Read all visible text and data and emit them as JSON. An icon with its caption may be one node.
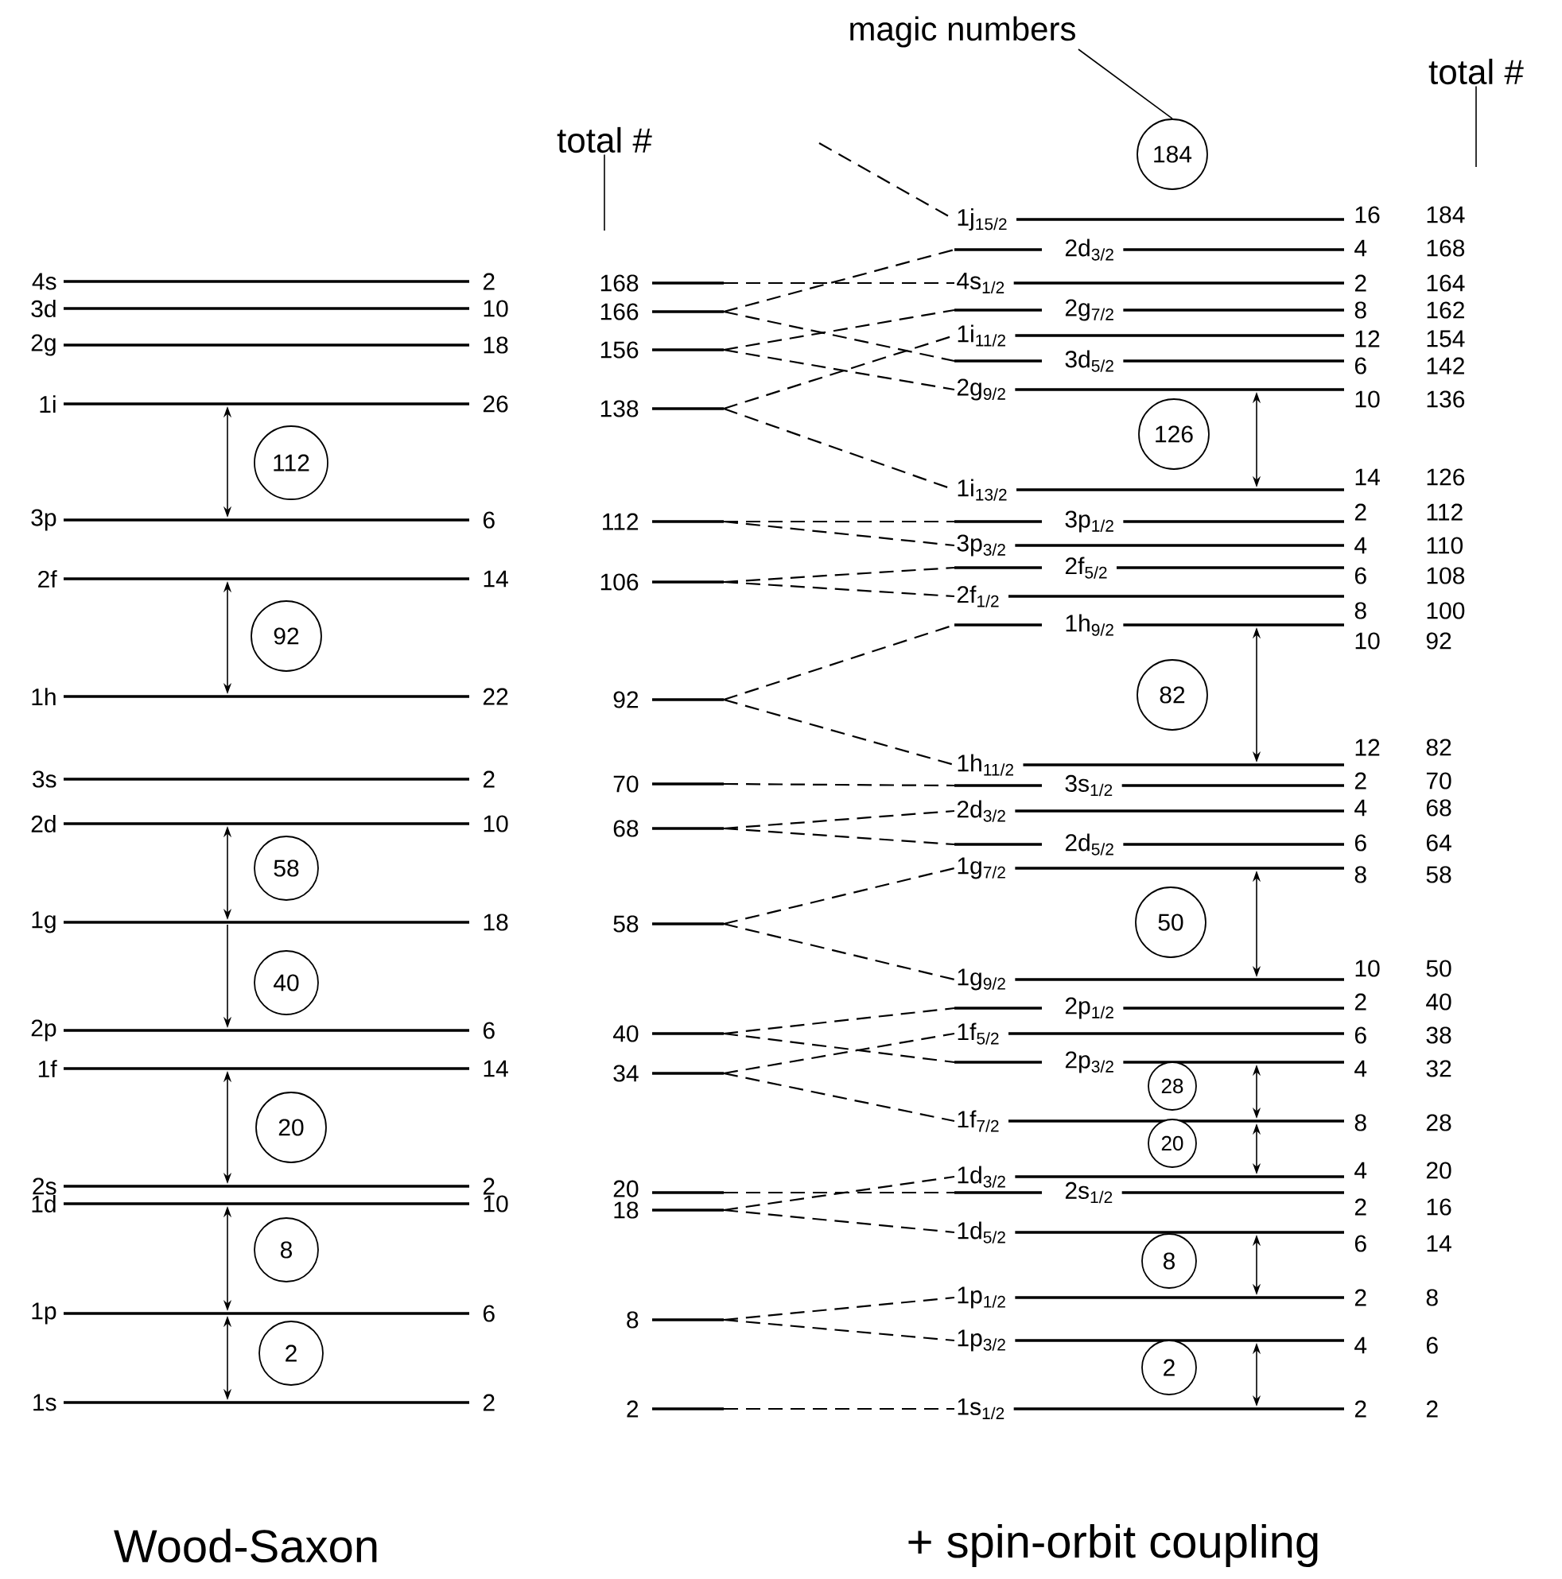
{
  "diagram": {
    "nodes": [
      {
        "text": [
          "magic numbers"
        ]
      },
      {
        "text": [
          "total #"
        ]
      },
      {
        "text": [
          "total #"
        ]
      },
      {
        "text": [
          "4s"
        ],
        "beside": [
          "2"
        ]
      },
      {
        "text": [
          "3d"
        ],
        "beside": [
          "10"
        ]
      },
      {
        "text": [
          "2g"
        ],
        "beside": [
          "18"
        ]
      },
      {
        "text": [
          "1i"
        ],
        "beside": [
          "26"
        ]
      },
      {
        "text": [
          "3p"
        ],
        "beside": [
          "6"
        ]
      },
      {
        "text": [
          "2f"
        ],
        "beside": [
          "14"
        ]
      },
      {
        "text": [
          "1h"
        ],
        "beside": [
          "22"
        ]
      },
      {
        "text": [
          "3s"
        ],
        "beside": [
          "2"
        ]
      },
      {
        "text": [
          "2d"
        ],
        "beside": [
          "10"
        ]
      },
      {
        "text": [
          "1g"
        ],
        "beside": [
          "18"
        ]
      },
      {
        "text": [
          "2p"
        ],
        "beside": [
          "6"
        ]
      },
      {
        "text": [
          "1f"
        ],
        "beside": [
          "14"
        ]
      },
      {
        "text": [
          "2s"
        ],
        "beside": [
          "2"
        ]
      },
      {
        "text": [
          "1d"
        ],
        "beside": [
          "10"
        ]
      },
      {
        "text": [
          "1p"
        ],
        "beside": [
          "6"
        ]
      },
      {
        "text": [
          "1s"
        ],
        "beside": [
          "2"
        ]
      },
      {
        "text": [
          "168"
        ]
      },
      {
        "text": [
          "166"
        ]
      },
      {
        "text": [
          "156"
        ]
      },
      {
        "text": [
          "138"
        ]
      },
      {
        "text": [
          "112"
        ]
      },
      {
        "text": [
          "106"
        ]
      },
      {
        "text": [
          "92"
        ]
      },
      {
        "text": [
          "70"
        ]
      },
      {
        "text": [
          "68"
        ]
      },
      {
        "text": [
          "58"
        ]
      },
      {
        "text": [
          "40"
        ]
      },
      {
        "text": [
          "34"
        ]
      },
      {
        "text": [
          "20"
        ]
      },
      {
        "text": [
          "18"
        ]
      },
      {
        "text": [
          "8"
        ]
      },
      {
        "text": [
          "2"
        ]
      },
      {
        "text": [
          "1j$_{15/2}$"
        ],
        "beside": [
          "16",
          "184"
        ]
      },
      {
        "text": [
          "2d$_{3/2}$"
        ],
        "beside": [
          "4",
          "168"
        ]
      },
      {
        "text": [
          "4s$_{1/2}$"
        ],
        "beside": [
          "2",
          "164"
        ]
      },
      {
        "text": [
          "2g$_{7/2}$"
        ],
        "beside": [
          "8",
          "162"
        ]
      },
      {
        "text": [
          "1i$_{11/2}$"
        ],
        "beside": [
          "12",
          "154"
        ]
      },
      {
        "text": [
          "3d$_{5/2}$"
        ],
        "beside": [
          "6",
          "142"
        ]
      },
      {
        "text": [
          "2g$_{9/2}$"
        ],
        "beside": [
          "10",
          "136"
        ]
      },
      {
        "text": [
          "1i$_{13/2}$"
        ],
        "beside": [
          "14",
          "126"
        ]
      },
      {
        "text": [
          "3p$_{1/2}$"
        ],
        "beside": [
          "2",
          "112"
        ]
      },
      {
        "text": [
          "3p$_{3/2}$"
        ],
        "beside": [
          "4",
          "110"
        ]
      },
      {
        "text": [
          "2f$_{5/2}$"
        ],
        "beside": [
          "6",
          "108"
        ]
      },
      {
        "text": [
          "2f$_{1/2}$"
        ],
        "beside": [
          "8",
          "100"
        ]
      },
      {
        "text": [
          "1h$_{9/2}$"
        ],
        "beside": [
          "10",
          "92"
        ]
      },
      {
        "text": [
          "1h$_{11/2}$"
        ],
        "beside": [
          "12",
          "82"
        ]
      },
      {
        "text": [
          "3s$_{1/2}$"
        ],
        "beside": [
          "2",
          "70"
        ]
      },
      {
        "text": [
          "2d$_{3/2}$"
        ],
        "beside": [
          "4",
          "68"
        ]
      },
      {
        "text": [
          "2d$_{5/2}$"
        ],
        "beside": [
          "6",
          "64"
        ]
      },
      {
        "text": [
          "1g$_{7/2}$"
        ],
        "beside": [
          "8",
          "58"
        ]
      },
      {
        "text": [
          "1g$_{9/2}$"
        ],
        "beside": [
          "10",
          "50"
        ]
      },
      {
        "text": [
          "2p$_{1/2}$"
        ],
        "beside": [
          "2",
          "40"
        ]
      },
      {
        "text": [
          "1f$_{5/2}$"
        ],
        "beside": [
          "6",
          "38"
        ]
      },
      {
        "text": [
          "2p$_{3/2}$"
        ],
        "beside": [
          "4",
          "32"
        ]
      },
      {
        "text": [
          "1f$_{7/2}$"
        ],
        "beside": [
          "8",
          "28"
        ]
      },
      {
        "text": [
          "1d$_{3/2}$"
        ],
        "beside": [
          "4",
          "20"
        ]
      },
      {
        "text": [
          "2s$_{1/2}$"
        ],
        "beside": [
          "2",
          "16"
        ]
      },
      {
        "text": [
          "1d$_{5/2}$"
        ],
        "beside": [
          "6",
          "14"
        ]
      },
      {
        "text": [
          "1p$_{1/2}$"
        ],
        "beside": [
          "2",
          "8"
        ]
      },
      {
        "text": [
          "1p$_{3/2}$"
        ],
        "beside": [
          "4",
          "6"
        ]
      },
      {
        "text": [
          "1s$_{1/2}$"
        ],
        "beside": [
          "2",
          "2"
        ]
      },
      {
        "text": [
          "112"
        ]
      },
      {
        "text": [
          "92"
        ]
      },
      {
        "text": [
          "58"
        ]
      },
      {
        "text": [
          "40"
        ]
      },
      {
        "text": [
          "20"
        ]
      },
      {
        "text": [
          "8"
        ]
      },
      {
        "text": [
          "2"
        ]
      },
      {
        "text": [
          "184"
        ]
      },
      {
        "text": [
          "126"
        ]
      },
      {
        "text": [
          "82"
        ]
      },
      {
        "text": [
          "50"
        ]
      },
      {
        "text": [
          "28"
        ]
      },
      {
        "text": [
          "20"
        ]
      },
      {
        "text": [
          "8"
        ]
      },
      {
        "text": [
          "2"
        ]
      }
    ],
    "edges": [
      {
        "from": 0,
        "to": 71,
        "arrow": "none"
      },
      {
        "from": 1,
        "to": null,
        "arrow": "none"
      },
      {
        "from": 2,
        "to": null,
        "arrow": "none"
      },
      {
        "from": null,
        "to": 35,
        "arrow": "none",
        "style": "dashed"
      },
      {
        "from": 19,
        "to": 37,
        "arrow": "none",
        "style": "dashed"
      },
      {
        "from": 20,
        "to": 36,
        "arrow": "none",
        "style": "dashed"
      },
      {
        "from": 20,
        "to": 40,
        "arrow": "none",
        "style": "dashed"
      },
      {
        "from": 21,
        "to": 38,
        "arrow": "none",
        "style": "dashed"
      },
      {
        "from": 21,
        "to": 41,
        "arrow": "none",
        "style": "dashed"
      },
      {
        "from": 22,
        "to": 39,
        "arrow": "none",
        "style": "dashed"
      },
      {
        "from": 22,
        "to": 42,
        "arrow": "none",
        "style": "dashed"
      },
      {
        "from": 23,
        "to": 43,
        "arrow": "none",
        "style": "dashed"
      },
      {
        "from": 23,
        "to": 44,
        "arrow": "none",
        "style": "dashed"
      },
      {
        "from": 24,
        "to": 45,
        "arrow": "none",
        "style": "dashed"
      },
      {
        "from": 24,
        "to": 46,
        "arrow": "none",
        "style": "dashed"
      },
      {
        "from": 25,
        "to": 47,
        "arrow": "none",
        "style": "dashed"
      },
      {
        "from": 25,
        "to": 48,
        "arrow": "none",
        "style": "dashed"
      },
      {
        "from": 26,
        "to": 49,
        "arrow": "none",
        "style": "dashed"
      },
      {
        "from": 27,
        "to": 50,
        "arrow": "none",
        "style": "dashed"
      },
      {
        "from": 27,
        "to": 51,
        "arrow": "none",
        "style": "dashed"
      },
      {
        "from": 28,
        "to": 52,
        "arrow": "none",
        "style": "dashed"
      },
      {
        "from": 28,
        "to": 53,
        "arrow": "none",
        "style": "dashed"
      },
      {
        "from": 29,
        "to": 54,
        "arrow": "none",
        "style": "dashed"
      },
      {
        "from": 29,
        "to": 56,
        "arrow": "none",
        "style": "dashed"
      },
      {
        "from": 30,
        "to": 55,
        "arrow": "none",
        "style": "dashed"
      },
      {
        "from": 30,
        "to": 57,
        "arrow": "none",
        "style": "dashed"
      },
      {
        "from": 31,
        "to": 59,
        "arrow": "none",
        "style": "dashed"
      },
      {
        "from": 32,
        "to": 58,
        "arrow": "none",
        "style": "dashed"
      },
      {
        "from": 32,
        "to": 60,
        "arrow": "none",
        "style": "dashed"
      },
      {
        "from": 33,
        "to": 61,
        "arrow": "none",
        "style": "dashed"
      },
      {
        "from": 33,
        "to": 62,
        "arrow": "none",
        "style": "dashed"
      },
      {
        "from": 34,
        "to": 63,
        "arrow": "none",
        "style": "dashed"
      },
      {
        "from": 6,
        "to": 7,
        "arrow": "both"
      },
      {
        "from": 8,
        "to": 9,
        "arrow": "both"
      },
      {
        "from": 11,
        "to": 12,
        "arrow": "both"
      },
      {
        "from": 12,
        "to": 13,
        "arrow": "to"
      },
      {
        "from": 14,
        "to": 15,
        "arrow": "both"
      },
      {
        "from": 16,
        "to": 17,
        "arrow": "both"
      },
      {
        "from": 17,
        "to": 18,
        "arrow": "both"
      },
      {
        "from": 41,
        "to": 42,
        "arrow": "both"
      },
      {
        "from": 47,
        "to": 48,
        "arrow": "both"
      },
      {
        "from": 52,
        "to": 53,
        "arrow": "both"
      },
      {
        "from": 56,
        "to": 57,
        "arrow": "both"
      },
      {
        "from": 57,
        "to": 58,
        "arrow": "both"
      },
      {
        "from": 60,
        "to": 61,
        "arrow": "both"
      },
      {
        "from": 62,
        "to": 63,
        "arrow": "both"
      }
    ],
    "labels": [
      "Wood-Saxon",
      "+ spin-orbit coupling"
    ]
  }
}
